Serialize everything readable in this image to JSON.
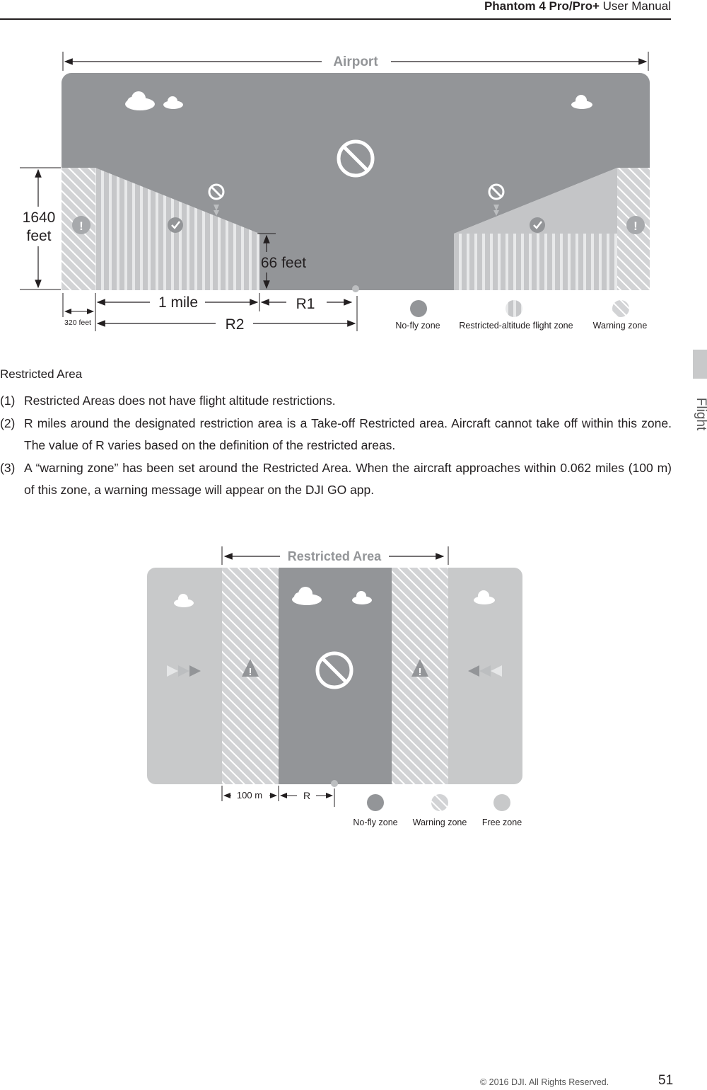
{
  "header": {
    "product": "Phantom 4 Pro/Pro+",
    "doc": "User Manual"
  },
  "side_tab": {
    "label": "Flight"
  },
  "figure1": {
    "title": "Airport",
    "height_label": "1640\nfeet",
    "height_label_line1": "1640",
    "height_label_line2": "feet",
    "alt_label": "66 feet",
    "dist_small": "320 feet",
    "dist_mile": "1 mile",
    "r1": "R1",
    "r2": "R2",
    "legend": [
      "No-fly zone",
      "Restricted-altitude flight zone",
      "Warning zone"
    ]
  },
  "section": {
    "title": "Restricted Area",
    "items": [
      {
        "num": "(1)",
        "text": "Restricted Areas does not have flight altitude restrictions."
      },
      {
        "num": "(2)",
        "text": "R miles around the designated restriction area is a Take-off Restricted area. Aircraft cannot take off within this zone. The value of R varies based on the definition of the restricted areas."
      },
      {
        "num": "(3)",
        "text": "A “warning zone” has been set around the Restricted Area. When the aircraft approaches within 0.062 miles (100 m) of this zone, a warning message will appear on the DJI GO app."
      }
    ]
  },
  "figure2": {
    "title": "Restricted Area",
    "dist_warning": "100 m",
    "dist_r": "R",
    "legend": [
      "No-fly zone",
      "Warning zone",
      "Free zone"
    ]
  },
  "footer": {
    "copyright": "© 2016 DJI. All Rights Reserved.",
    "page": "51"
  },
  "colors": {
    "nofly": "#939598",
    "restricted": "#c4c5c7",
    "free": "#c8c9ca",
    "text": "#231f20"
  }
}
